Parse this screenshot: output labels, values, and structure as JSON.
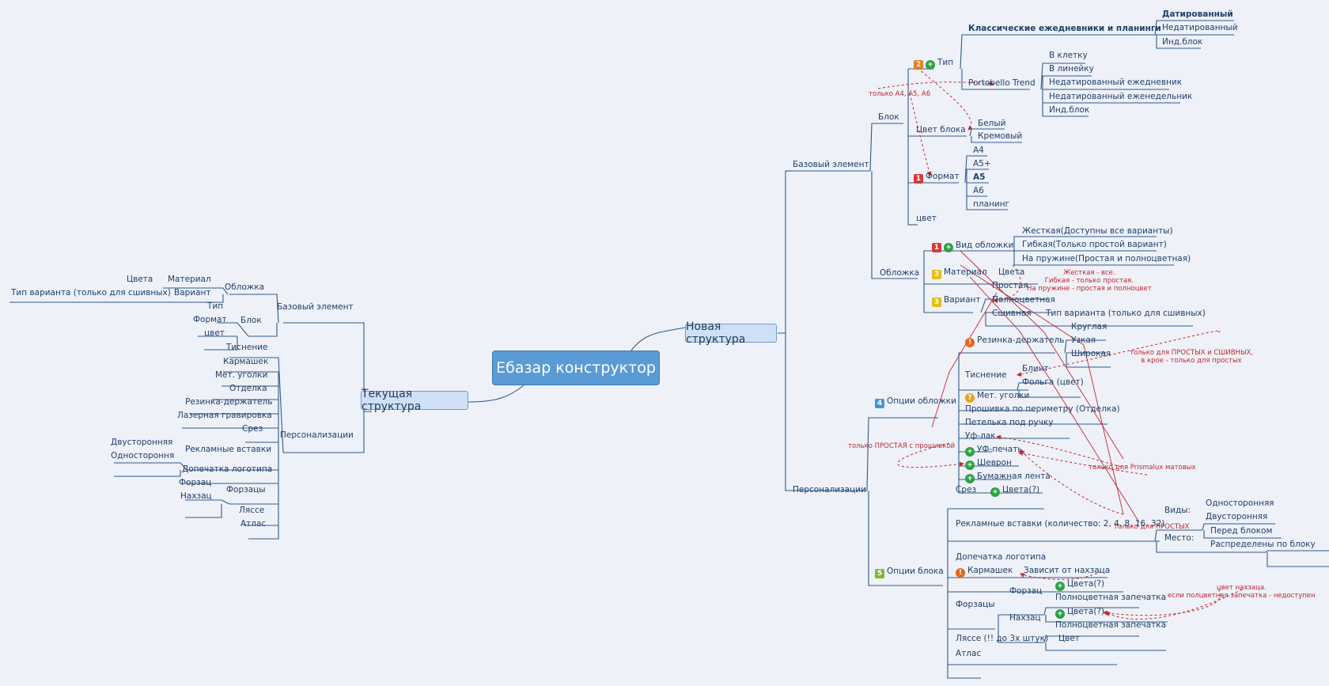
{
  "root": "Ебазар конструктор",
  "new_structure": "Новая структура",
  "current_structure": "Текущая структура",
  "colors": {
    "root": "#5b9bd5",
    "line": "#2d5a8c",
    "annotation": "#c0282d"
  },
  "right": {
    "base": "Базовый элемент",
    "block": "Блок",
    "type": "Тип",
    "type_badge": "2",
    "classic": "Классические ежедневники и планинги",
    "classic_items": [
      "Датированный",
      "Недатированный",
      "Инд.блок"
    ],
    "portobello": "Portobello Trend",
    "portobello_items": [
      "В клетку",
      "В линейку",
      "Недатированный ежедневник",
      "Недатированный еженедельник",
      "Инд.блок"
    ],
    "block_color": "Цвет блока",
    "block_color_items": [
      "Белый",
      "Кремовый"
    ],
    "format": "Формат",
    "format_badge": "1",
    "format_items": [
      "А4",
      "А5+",
      "А5",
      "А6",
      "планинг"
    ],
    "color": "цвет",
    "cover": "Обложка",
    "cover_type": "Вид обложки",
    "cover_type_badge": "1",
    "cover_type_items": [
      "Жесткая(Доступны все варианты)",
      "Гибкая(Только простой вариант)",
      "На пружине(Простая и полноцветная)"
    ],
    "material": "Материал",
    "material_badge": "3",
    "material_color": "Цвета",
    "variant": "Вариант",
    "variant_badge": "3",
    "variant_items": [
      "Простая",
      "Полноцветная",
      "Сшивная"
    ],
    "variant_type": "Тип варианта (только для сшивных)",
    "personal": "Персонализации",
    "cover_opts": "Опции обложки",
    "cover_opts_badge": "4",
    "rubber": "Резинка-держатель",
    "rubber_items": [
      "Круглая",
      "Узкая",
      "Широкая"
    ],
    "emboss": "Тиснение",
    "emboss_items": [
      "Блинт",
      "Фольга (цвет)"
    ],
    "corners": "Мет. уголки",
    "stitch": "Прошивка по периметру (Отделка)",
    "loop": "Петелька под ручку",
    "uv_lak": "Уф-лак",
    "uv_print": "УФ-печать",
    "chevron": "Шеврон",
    "paper_tape": "Бумажная лента",
    "block_opts": "Опции блока",
    "block_opts_badge": "5",
    "cut": "Срез",
    "cut_color": "Цвета(?)",
    "inserts": "Рекламные вставки (количество: 2, 4, 8, 16, 32)",
    "kinds": "Виды:",
    "kinds_items": [
      "Односторонняя",
      "Двусторонняя"
    ],
    "place": "Место:",
    "place_items": [
      "Перед блоком",
      "Распределены по блоку"
    ],
    "logo": "Допечатка логотипа",
    "pocket": "Кармашек",
    "pocket_dep": "Зависит от нахзаца",
    "endpapers": "Форзацы",
    "forzac": "Форзац",
    "nahzac": "Нахзац",
    "endpaper_items": [
      "Цвета(?)",
      "Полноцветная запечатка"
    ],
    "ribbon": "Ляссе (!! до 3х штук)",
    "ribbon_color": "Цвет",
    "atlas": "Атлас"
  },
  "annotations": {
    "a4": "только А4, А5, А6",
    "cover_rule": [
      "Жесткая - все.",
      "Гибкая - только простая.",
      "На пружине - простая и полноцвет"
    ],
    "simple_sewn": [
      "только для ПРОСТЫХ и СШИВНЫХ,",
      "в крое - только для простых"
    ],
    "simple_stitch": "только ПРОСТАЯ с прошивкой",
    "prismalux": "только для Prismalux матовых",
    "simple_only": "только для ПРОСТЫХ",
    "nahzac_color": [
      "цвет нахзаца.",
      "если полцветная запечатка - недоступен"
    ]
  },
  "left": {
    "base": "Базовый элемент",
    "cover": "Обложка",
    "material": "Материал",
    "colors": "Цвета",
    "variant": "Вариант",
    "variant_type": "Тип варианта (только для сшивных)",
    "block": "Блок",
    "block_items": [
      "Тип",
      "Формат",
      "цвет"
    ],
    "personal": "Персонализации",
    "personal_items": [
      "Тиснение",
      "Кармашек",
      "Мет. уголки",
      "Отделка",
      "Резинка-держатель",
      "Лазерная гравировка",
      "Срез"
    ],
    "inserts": "Рекламные вставки",
    "inserts_items": [
      "Двусторонняя",
      "Одностороння"
    ],
    "logo": "Допечатка логотипа",
    "endpapers": "Форзацы",
    "endpapers_items": [
      "Форзац",
      "Нахзац"
    ],
    "tail_items": [
      "Ляссе",
      "Атлас"
    ]
  }
}
